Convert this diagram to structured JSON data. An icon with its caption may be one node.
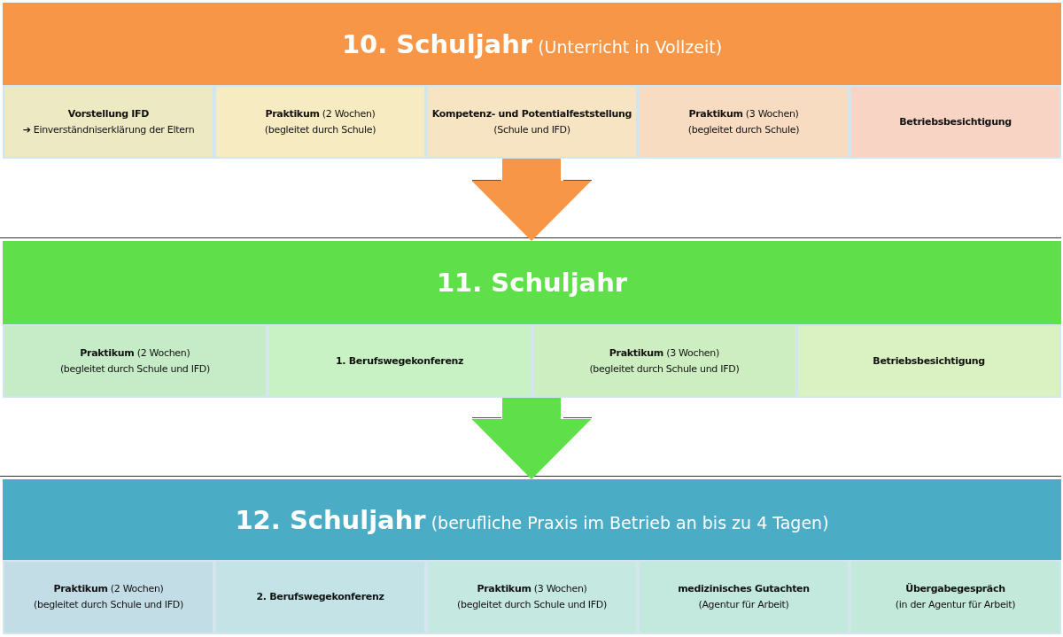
{
  "diagram": {
    "nodes": [
      {
        "text": [
          "**10. Schuljahr** (Unterricht in Vollzeit)"
        ]
      },
      {
        "text": [
          "**Vorstellung IFD**",
          "➔ Einverständniserklärung der Eltern"
        ],
        "in": 0
      },
      {
        "text": [
          "**Praktikum** (2 Wochen)",
          "(begleitet durch Schule)"
        ],
        "in": 0
      },
      {
        "text": [
          "**Kompetenz- und Potentialfeststellung**",
          "(Schule und IFD)"
        ],
        "in": 0
      },
      {
        "text": [
          "**Praktikum** (3 Wochen)",
          "(begleitet durch Schule)"
        ],
        "in": 0
      },
      {
        "text": [
          "**Betriebsbesichtigung**"
        ],
        "in": 0
      },
      {
        "text": [
          "**11. Schuljahr**"
        ]
      },
      {
        "text": [
          "**Praktikum** (2 Wochen)",
          "(begleitet durch Schule und IFD)"
        ],
        "in": 6
      },
      {
        "text": [
          "**1. Berufswegekonferenz**"
        ],
        "in": 6
      },
      {
        "text": [
          "**Praktikum** (3 Wochen)",
          "(begleitet durch Schule und IFD)"
        ],
        "in": 6
      },
      {
        "text": [
          "**Betriebsbesichtigung**"
        ],
        "in": 6
      },
      {
        "text": [
          "**12. Schuljahr** (berufliche Praxis im Betrieb an bis zu 4 Tagen)"
        ]
      },
      {
        "text": [
          "**Praktikum** (2 Wochen)",
          "(begleitet durch Schule und IFD)"
        ],
        "in": 11
      },
      {
        "text": [
          "**2. Berufswegekonferenz**"
        ],
        "in": 11
      },
      {
        "text": [
          "**Praktikum** (3 Wochen)",
          "(begleitet durch Schule und IFD)"
        ],
        "in": 11
      },
      {
        "text": [
          "**medizinisches  Gutachten**",
          "(Agentur für Arbeit)"
        ],
        "in": 11
      },
      {
        "text": [
          "**Übergabegespräch**",
          "(in der Agentur für Arbeit)"
        ],
        "in": 11
      }
    ],
    "edges": [
      {
        "from": 0,
        "to": 6,
        "arrow": "to",
        "color": "#f79646"
      },
      {
        "from": 6,
        "to": 11,
        "arrow": "to",
        "color": "#5fe04a"
      }
    ]
  }
}
